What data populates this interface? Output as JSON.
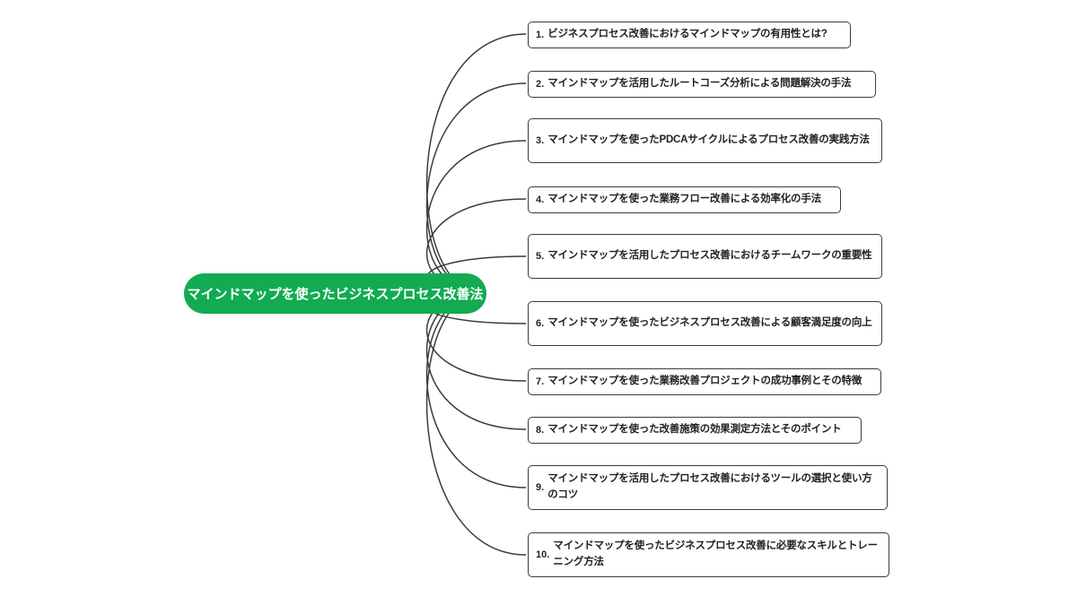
{
  "root": {
    "label": "マインドマップを使ったビジネスプロセス改善法",
    "fill_color": "#12AB52",
    "text_color": "#ffffff"
  },
  "edge_color": "#3b3b3b",
  "box_border_color": "#3b3b3b",
  "branches": [
    {
      "number": "1.",
      "title": "ビジネスプロセス改善におけるマインドマップの有用性とは?"
    },
    {
      "number": "2.",
      "title": "マインドマップを活用したルートコーズ分析による問題解決の手法"
    },
    {
      "number": "3.",
      "title": "マインドマップを使ったPDCAサイクルによるプロセス改善の実践方法"
    },
    {
      "number": "4.",
      "title": "マインドマップを使った業務フロー改善による効率化の手法"
    },
    {
      "number": "5.",
      "title": "マインドマップを活用したプロセス改善におけるチームワークの重要性"
    },
    {
      "number": "6.",
      "title": "マインドマップを使ったビジネスプロセス改善による顧客満足度の向上"
    },
    {
      "number": "7.",
      "title": "マインドマップを使った業務改善プロジェクトの成功事例とその特徴"
    },
    {
      "number": "8.",
      "title": "マインドマップを使った改善施策の効果測定方法とそのポイント"
    },
    {
      "number": "9.",
      "title": "マインドマップを活用したプロセス改善におけるツールの選択と使い方のコツ"
    },
    {
      "number": "10.",
      "title": "マインドマップを使ったビジネスプロセス改善に必要なスキルとトレーニング方法"
    }
  ]
}
